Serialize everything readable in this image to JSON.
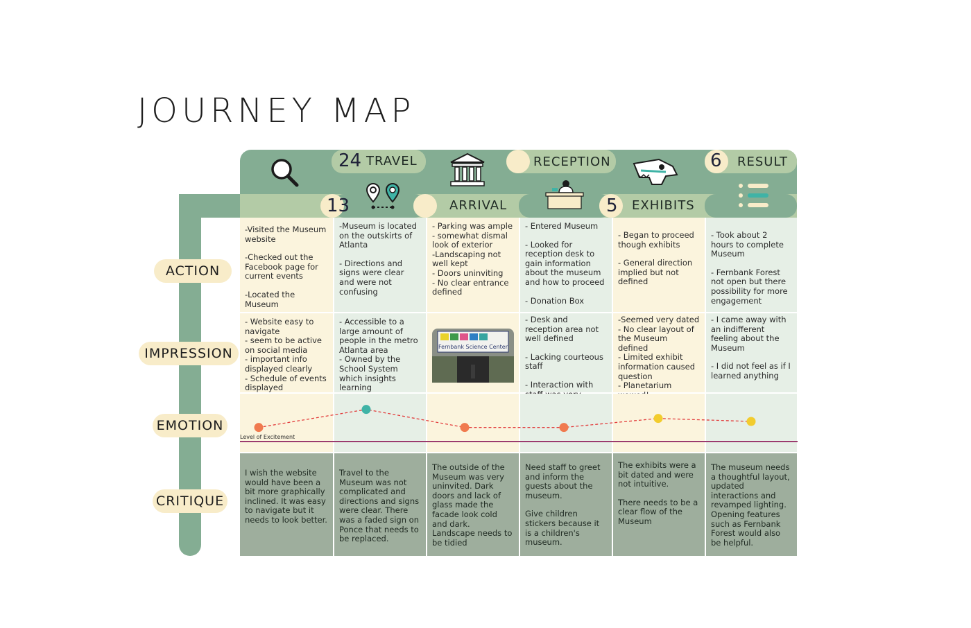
{
  "title": "JOURNEY MAP",
  "rows": {
    "action": "ACTION",
    "impression": "IMPRESSION",
    "emotion": "EMOTION",
    "critique": "CRITIQUE"
  },
  "stages": {
    "search": {
      "number": "13"
    },
    "travel": {
      "number": "24",
      "label": "TRAVEL"
    },
    "arrival": {
      "label": "ARRIVAL"
    },
    "reception": {
      "label": "RECEPTION"
    },
    "exhibits": {
      "number": "5",
      "label": "EXHIBITS"
    },
    "result": {
      "number": "6",
      "label": "RESULT"
    }
  },
  "icons": {
    "search": "magnifier-icon",
    "travel": "map-pins-icon",
    "arrival": "museum-building-icon",
    "reception": "reception-desk-icon",
    "exhibits": "dinosaur-skull-icon",
    "result": "list-icon"
  },
  "action": [
    [
      "-Visited the Museum website",
      "-Checked out the Facebook page for current events",
      "-Located the Museum"
    ],
    [
      "-Museum is located on the outskirts of Atlanta",
      "- Directions and signs were clear and were not confusing"
    ],
    [
      "- Parking was ample",
      "- somewhat dismal look of exterior",
      "-Landscaping not well kept",
      "- Doors uninviting",
      "- No clear entrance defined"
    ],
    [
      "- Entered Museum",
      "- Looked for reception desk to gain information about the museum and how to proceed",
      "- Donation Box"
    ],
    [
      "- Began to proceed though exhibits",
      "- General direction implied but not defined"
    ],
    [
      "- Took about 2 hours to complete Museum",
      "- Fernbank Forest not open but there possibility for more engagement"
    ]
  ],
  "impression": [
    [
      "- Website easy to navigate",
      "- seem to be active on social media",
      "- important info displayed clearly",
      "- Schedule of events displayed prominently"
    ],
    [
      "- Accessible to a large amount of people in the metro Atlanta area",
      "- Owned by the School System which insights learning opportunities"
    ],
    [],
    [
      "- Desk and reception area not well defined",
      "- Lacking courteous staff",
      "- Interaction with staff was very limited"
    ],
    [
      "-Seemed very dated",
      "- No clear layout of the Museum defined",
      "- Limited exhibit information caused question",
      "- Planetarium wowed!"
    ],
    [
      "- I came away with an indifferent feeling about the Museum",
      "- I did not feel as if I learned anything"
    ]
  ],
  "photo_sign": "Fernbank Science Center",
  "emotion_axis_label": "Level of Excitement",
  "critique": [
    "I wish the website would have been a bit more graphically inclined. It was easy to navigate but it needs to look better.",
    "Travel to the Museum was not complicated and directions and signs were clear. There was a faded sign on Ponce that needs to be replaced.",
    "The outside of the Museum was very uninvited. Dark doors and lack of glass made the facade look cold and dark. Landscape needs to be tidied",
    "Need staff to greet and inform the guests about the museum.|Give children stickers because it is a children's museum.",
    "The exhibits were a bit dated and were not intuitive.|There needs to be a clear flow of the Museum",
    "The museum needs a thoughtful layout, updated interactions and revamped lighting. Opening features such as Fernbank Forest would also be helpful."
  ],
  "chart_data": {
    "type": "line",
    "title": "EMOTION",
    "ylabel": "Level of Excitement",
    "categories": [
      "Search",
      "Travel",
      "Arrival",
      "Reception",
      "Exhibits",
      "Result"
    ],
    "values": [
      2,
      5,
      2,
      2,
      3.5,
      3
    ],
    "point_colors": [
      "#f07a4f",
      "#3fb3a6",
      "#f07a4f",
      "#f07a4f",
      "#f2cc2e",
      "#f2cc2e"
    ],
    "ylim": [
      0,
      6
    ]
  },
  "colors": {
    "rail": "#84ad93",
    "band_light": "#b3cba6",
    "cream": "#f8ecc9",
    "critique_bg": "#9eae9d",
    "baseline": "#9b3b6e",
    "dash": "#e23b3b"
  }
}
